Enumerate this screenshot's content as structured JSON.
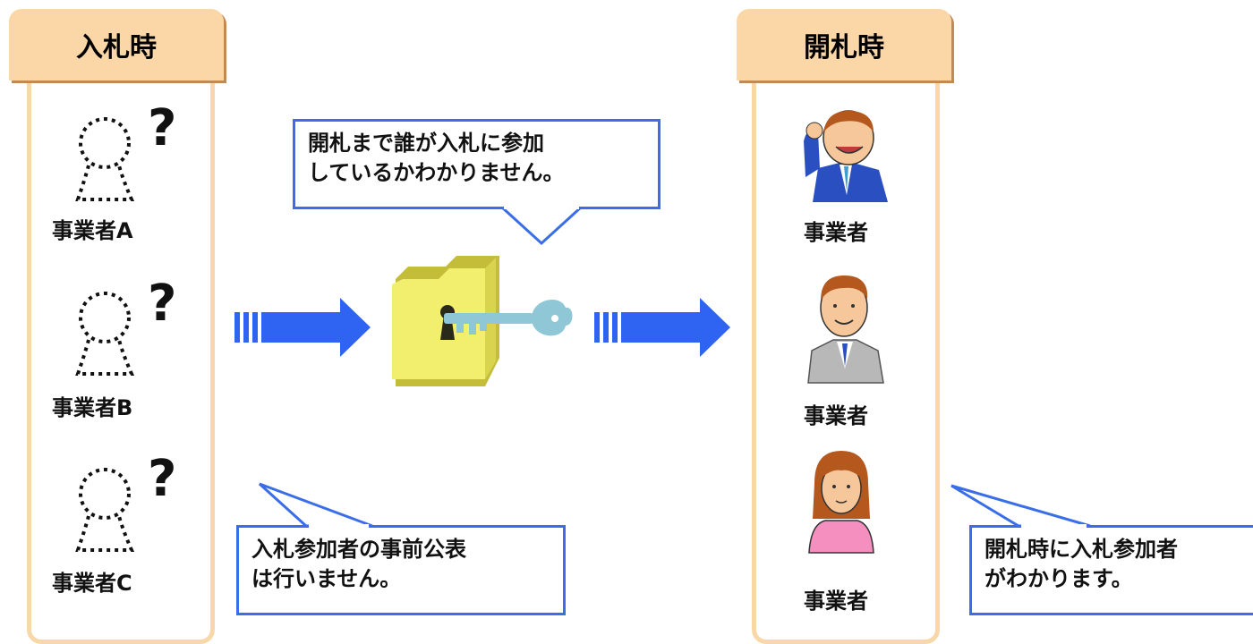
{
  "left_panel": {
    "title": "入札時",
    "bidders": [
      {
        "label": "事業者A",
        "mark": "?"
      },
      {
        "label": "事業者B",
        "mark": "?"
      },
      {
        "label": "事業者C",
        "mark": "?"
      }
    ]
  },
  "right_panel": {
    "title": "開札時",
    "bidders": [
      {
        "label": "事業者"
      },
      {
        "label": "事業者"
      },
      {
        "label": "事業者"
      }
    ]
  },
  "callouts": {
    "top": "開札まで誰が入札に参加\nしているかわかりません。",
    "bottom_left": "入札参加者の事前公表\nは行いません。",
    "bottom_right": "開札時に入札参加者\nがわかります。"
  },
  "colors": {
    "tab_bg": "#fbd7a7",
    "panel_border": "#f8d7a8",
    "arrow": "#2f63f2",
    "callout_border": "#3a6ee8",
    "folder": "#f2ee6e",
    "key": "#8fc7d6"
  },
  "icons": [
    "unknown-person-icon",
    "question-mark-icon",
    "arrow-right-icon",
    "locked-folder-icon",
    "key-icon",
    "businessman-icon",
    "woman-icon"
  ]
}
